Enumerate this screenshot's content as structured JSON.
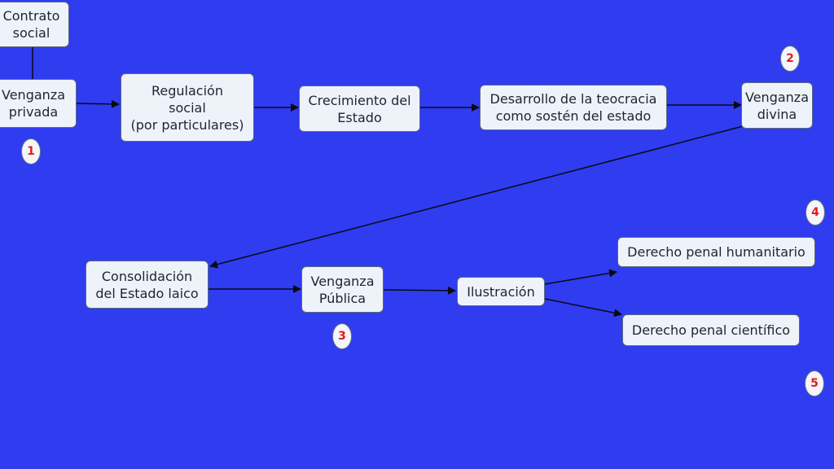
{
  "colors": {
    "background": "#2f3cf0",
    "node_fill": "#eef3f9",
    "badge_text": "#e31b1b",
    "arrow": "#0a0a14"
  },
  "nodes": {
    "contrato_social": "Contrato\nsocial",
    "venganza_privada": "Venganza\nprivada",
    "regulacion_social": "Regulación\nsocial\n(por particulares)",
    "crecimiento_estado": "Crecimiento del\nEstado",
    "desarrollo_teocracia": "Desarrollo de la teocracia\ncomo sostén del estado",
    "venganza_divina": "Venganza\ndivina",
    "consolidacion_estado": "Consolidación\ndel Estado laico",
    "venganza_publica": "Venganza\nPública",
    "ilustracion": "Ilustración",
    "derecho_humanitario": "Derecho penal humanitario",
    "derecho_cientifico": "Derecho penal científico"
  },
  "badges": [
    "1",
    "2",
    "3",
    "4",
    "5"
  ]
}
